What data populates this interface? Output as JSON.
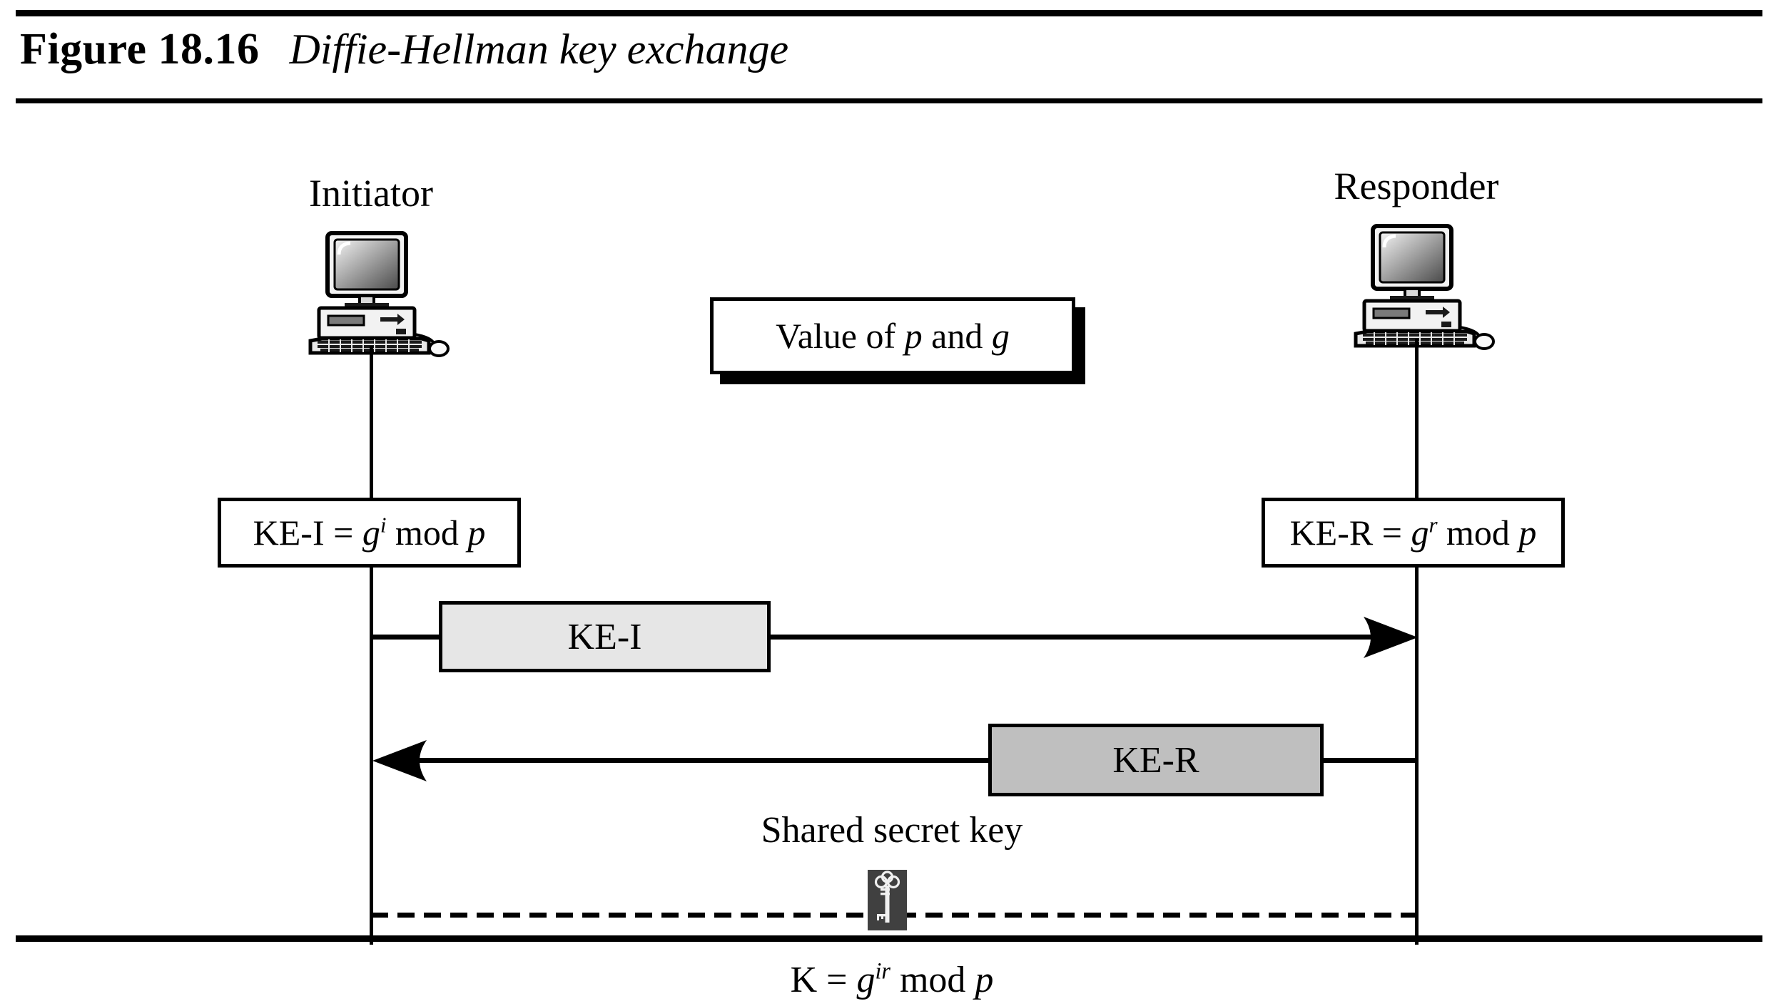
{
  "figure": {
    "number": "Figure 18.16",
    "title": "Diffie-Hellman key exchange"
  },
  "actors": {
    "initiator": {
      "label": "Initiator",
      "icon": "computer-icon"
    },
    "responder": {
      "label": "Responder",
      "icon": "computer-icon"
    }
  },
  "parameters_box": {
    "text": "Value of p and g",
    "parts": {
      "prefix": "Value of ",
      "p": "p",
      "middle": " and ",
      "g": "g"
    }
  },
  "key_formulas": {
    "initiator": {
      "text": "KE-I = g^i mod p",
      "parts": {
        "name": "KE-I = ",
        "base": "g",
        "exponent": "i",
        "mod": " mod ",
        "modulus": "p"
      }
    },
    "responder": {
      "text": "KE-R = g^r mod p",
      "parts": {
        "name": "KE-R = ",
        "base": "g",
        "exponent": "r",
        "mod": " mod ",
        "modulus": "p"
      }
    }
  },
  "messages": [
    {
      "label": "KE-I",
      "direction": "initiator-to-responder",
      "fill": "#e6e6e6"
    },
    {
      "label": "KE-R",
      "direction": "responder-to-initiator",
      "fill": "#bfbfbf"
    }
  ],
  "shared_secret": {
    "label": "Shared secret key",
    "icon": "key-icon",
    "formula": {
      "text": "K = g^ir mod p",
      "parts": {
        "name": "K = ",
        "base": "g",
        "exponent": "ir",
        "mod": " mod ",
        "modulus": "p"
      }
    }
  },
  "colors": {
    "line": "#000000",
    "message_ke_i_fill": "#e6e6e6",
    "message_ke_r_fill": "#bfbfbf",
    "key_badge_fill": "#404040",
    "background": "#ffffff"
  }
}
